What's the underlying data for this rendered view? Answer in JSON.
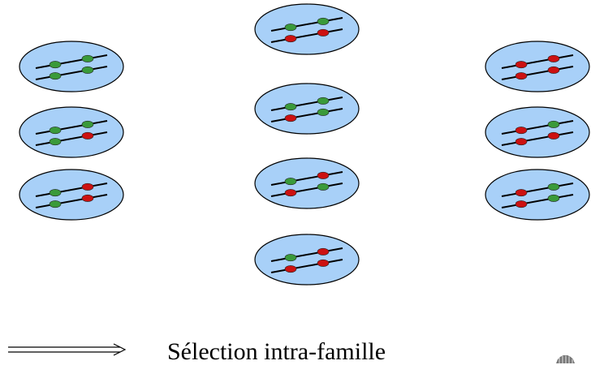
{
  "colors": {
    "ellipse_fill": "#a8d0f8",
    "ellipse_stroke": "#000000",
    "allele_green": "#3a9a3a",
    "allele_red": "#cc1111",
    "line": "#000000"
  },
  "columns": [
    {
      "name": "left",
      "cells": [
        {
          "top": [
            "green",
            "green"
          ],
          "bottom": [
            "green",
            "green"
          ]
        },
        {
          "top": [
            "green",
            "green"
          ],
          "bottom": [
            "green",
            "red"
          ]
        },
        {
          "top": [
            "green",
            "red"
          ],
          "bottom": [
            "green",
            "red"
          ]
        }
      ]
    },
    {
      "name": "middle",
      "cells": [
        {
          "top": [
            "green",
            "green"
          ],
          "bottom": [
            "red",
            "red"
          ]
        },
        {
          "top": [
            "green",
            "green"
          ],
          "bottom": [
            "red",
            "green"
          ]
        },
        {
          "top": [
            "green",
            "red"
          ],
          "bottom": [
            "red",
            "green"
          ]
        },
        {
          "top": [
            "green",
            "red"
          ],
          "bottom": [
            "red",
            "red"
          ]
        }
      ]
    },
    {
      "name": "right",
      "cells": [
        {
          "top": [
            "red",
            "red"
          ],
          "bottom": [
            "red",
            "red"
          ]
        },
        {
          "top": [
            "red",
            "green"
          ],
          "bottom": [
            "red",
            "red"
          ]
        },
        {
          "top": [
            "red",
            "green"
          ],
          "bottom": [
            "red",
            "green"
          ]
        }
      ]
    }
  ],
  "legend": {
    "label": "Sélection intra-famille",
    "arrow": "double-arrow-right"
  },
  "logo": {
    "icon": "logo-mark-icon"
  }
}
